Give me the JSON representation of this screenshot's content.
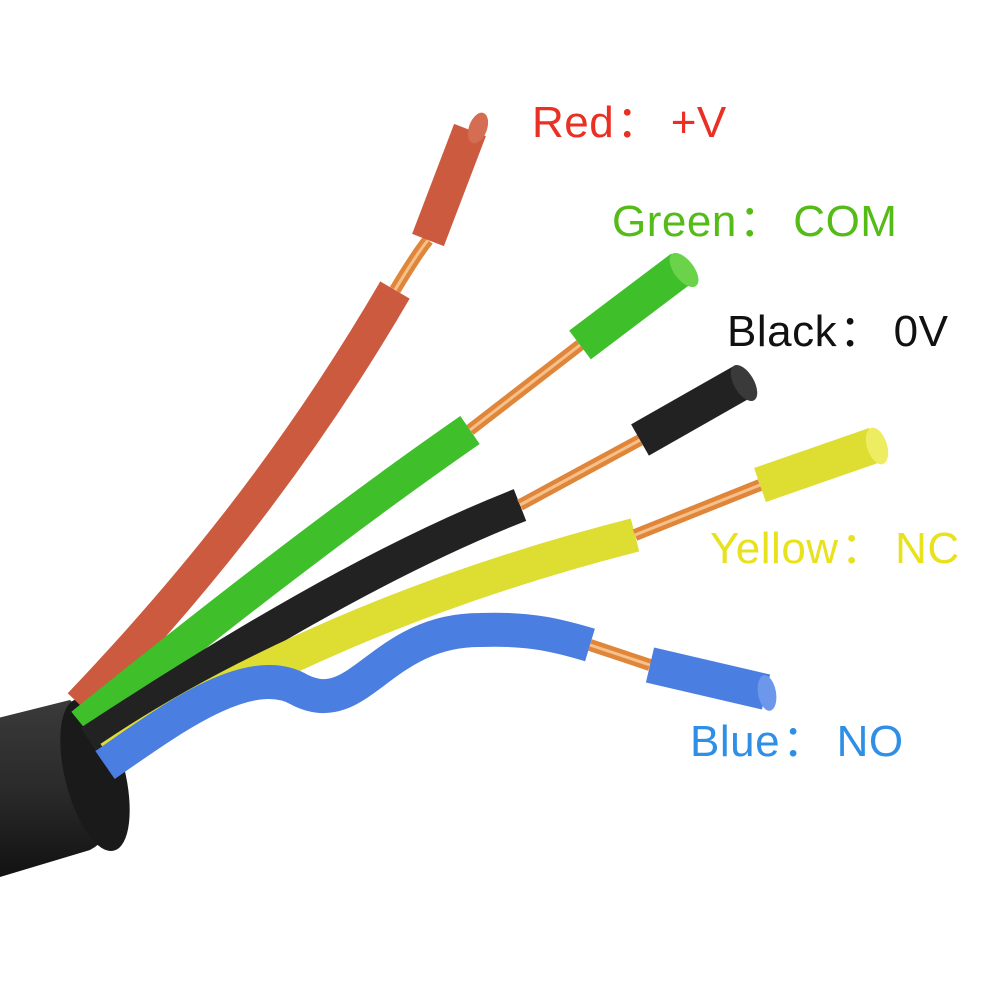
{
  "wires": [
    {
      "id": "red",
      "color_name": "Red",
      "function": "+V",
      "color": "#ea2f23",
      "insulation": "#cc5a3f"
    },
    {
      "id": "green",
      "color_name": "Green",
      "function": "COM",
      "color": "#55bb17",
      "insulation": "#3fbf2a"
    },
    {
      "id": "black",
      "color_name": "Black",
      "function": "0V",
      "color": "#111111",
      "insulation": "#222222"
    },
    {
      "id": "yellow",
      "color_name": "Yellow",
      "function": "NC",
      "color": "#e8e21c",
      "insulation": "#dedd32"
    },
    {
      "id": "blue",
      "color_name": "Blue",
      "function": "NO",
      "color": "#2f8fe6",
      "insulation": "#4a7ee0"
    }
  ],
  "separator": "：",
  "colors": {
    "cable_jacket": "#2a2a2a",
    "copper": "#e0863a",
    "copper_highlight": "#f6c08a"
  }
}
